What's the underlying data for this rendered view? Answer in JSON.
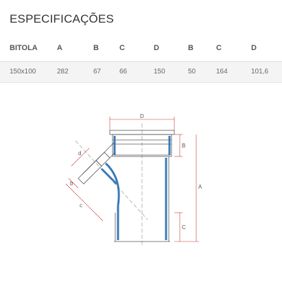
{
  "title": "ESPECIFICAÇÕES",
  "table": {
    "headers": [
      "BITOLA",
      "A",
      "B",
      "C",
      "D",
      "B",
      "C",
      "D"
    ],
    "rows": [
      [
        "150x100",
        "282",
        "67",
        "66",
        "150",
        "50",
        "164",
        "101,6"
      ]
    ]
  },
  "drawing": {
    "labels": {
      "D": "D",
      "B": "B",
      "A": "A",
      "C": "C",
      "d": "d",
      "b": "b",
      "c": "c"
    },
    "colors": {
      "pipe_wall": "#3a7ab8",
      "outline": "#555555",
      "dimension": "#cc3333"
    }
  }
}
